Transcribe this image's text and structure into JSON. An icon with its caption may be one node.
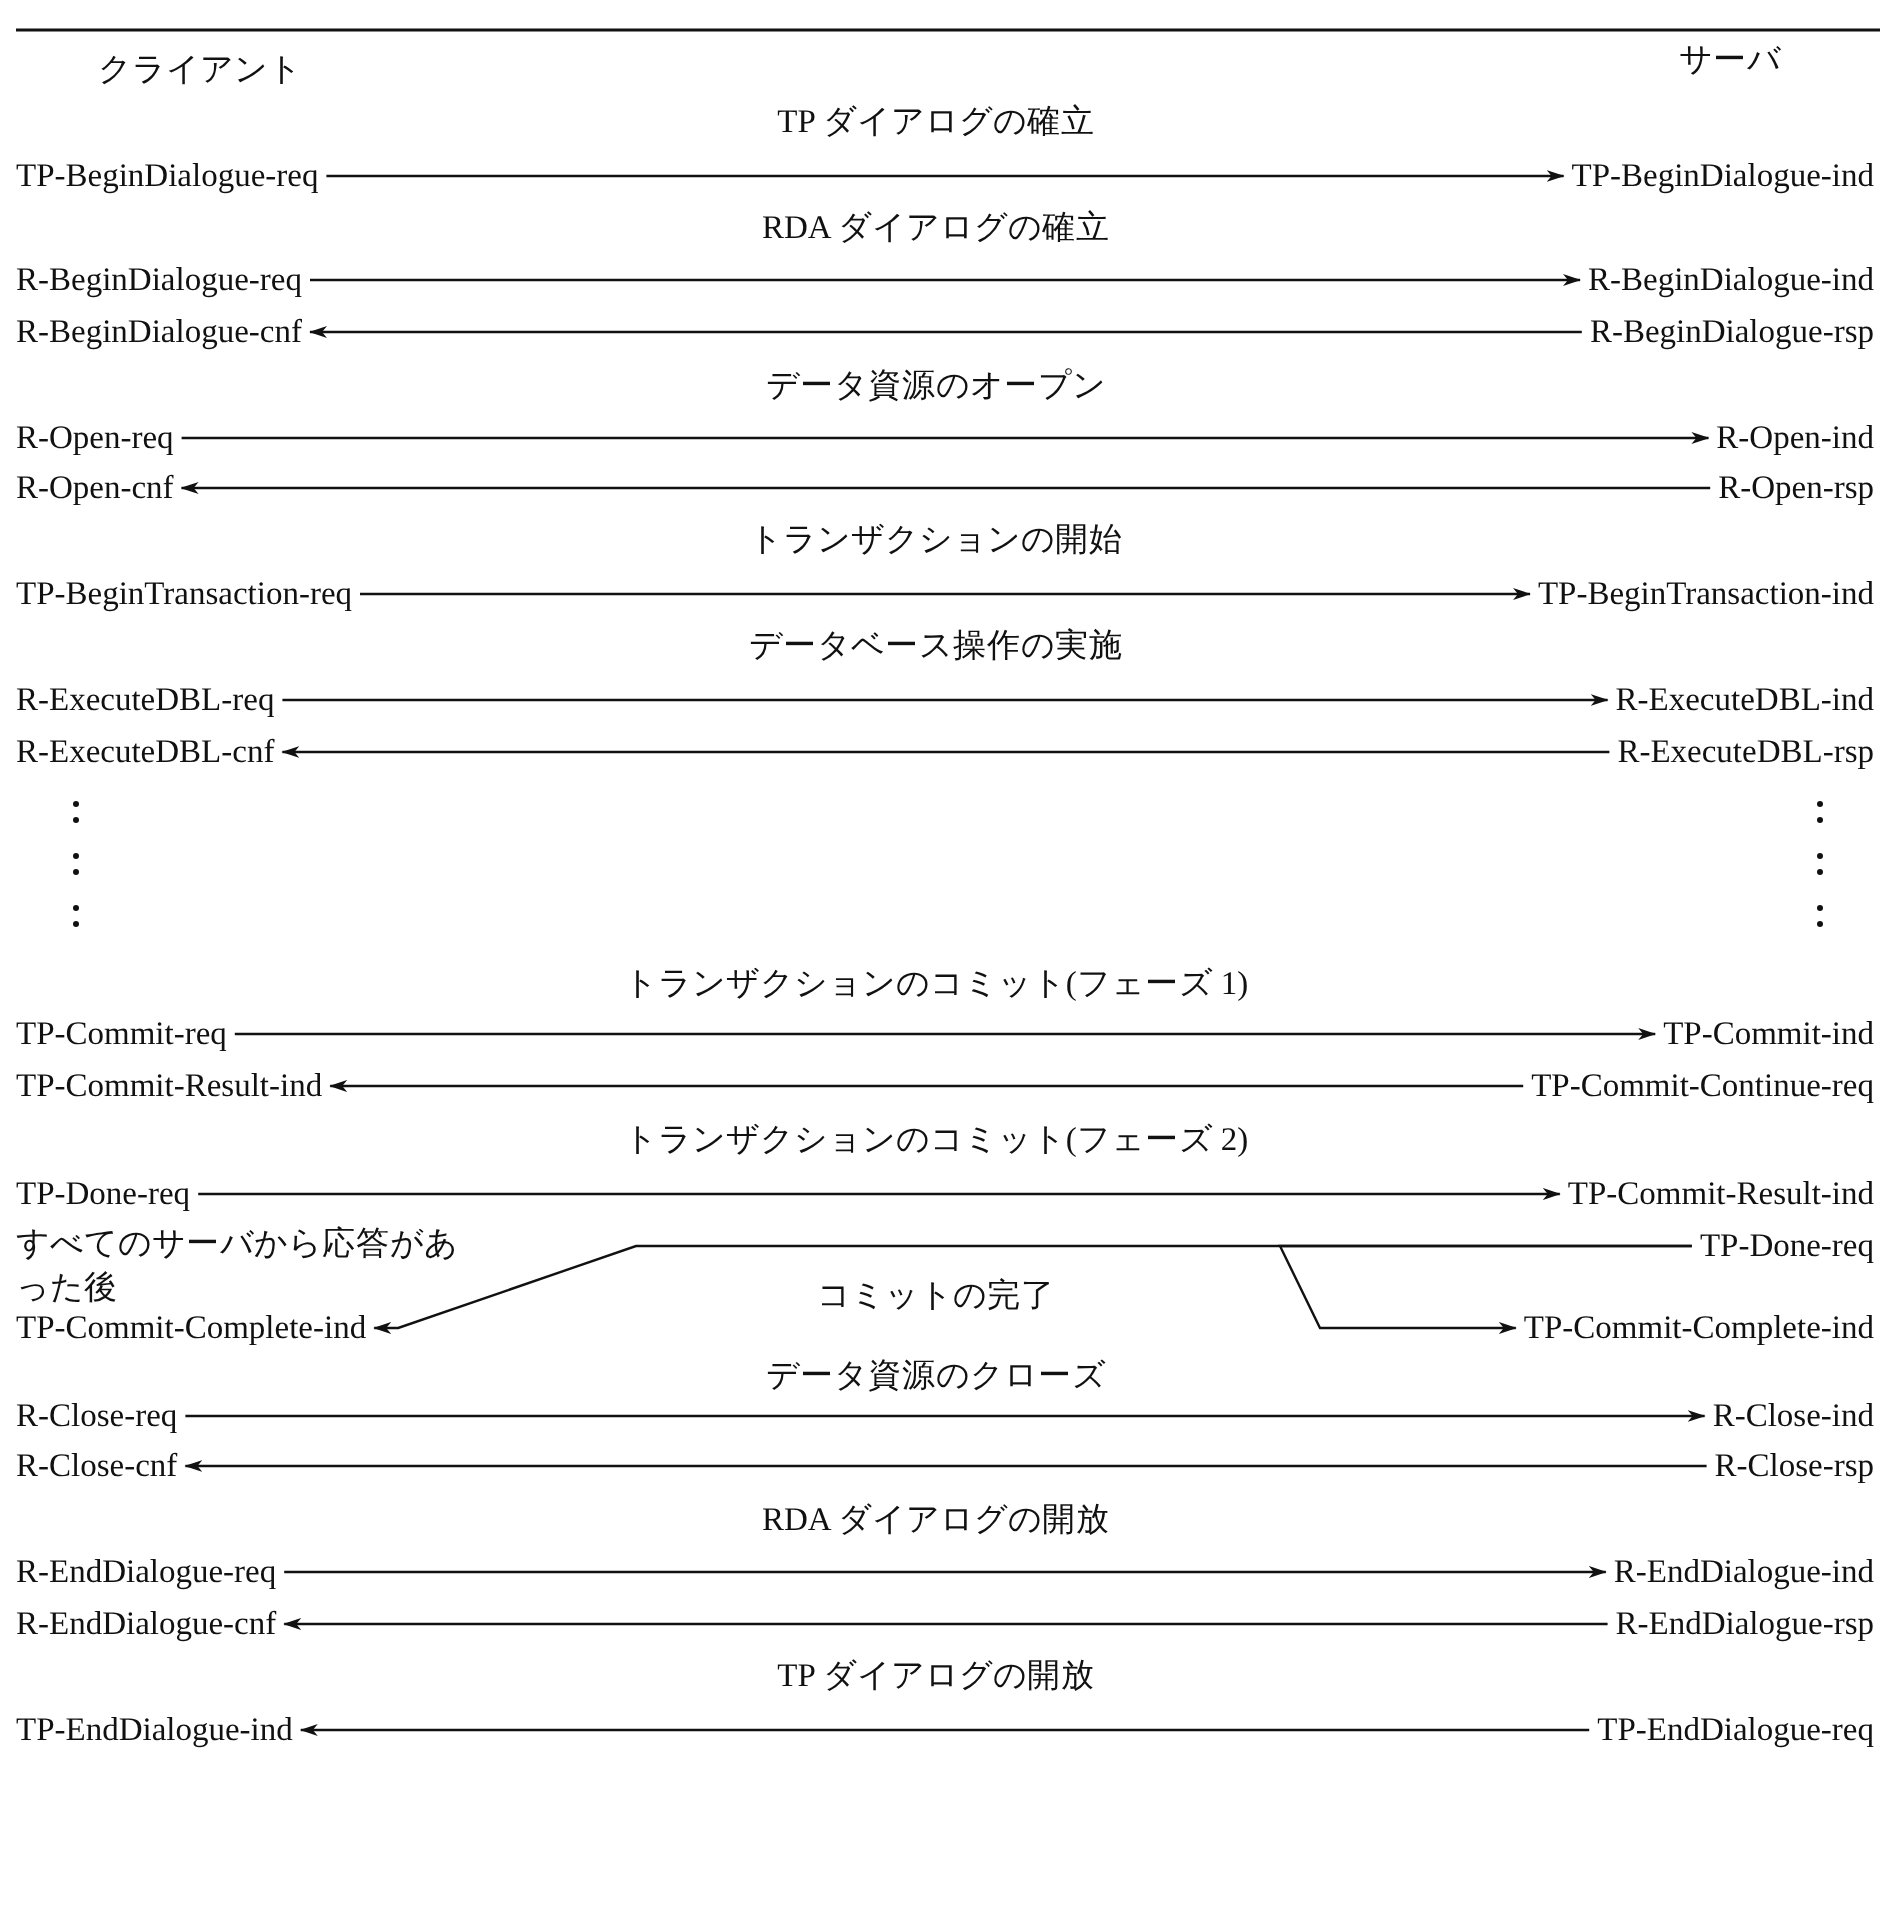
{
  "diagram": {
    "nodes": [
      {
        "text": [
          "TP-BeginDialogue-req"
        ]
      },
      {
        "text": [
          "TP-BeginDialogue-ind"
        ]
      },
      {
        "text": [
          "R-BeginDialogue-req"
        ]
      },
      {
        "text": [
          "R-BeginDialogue-ind"
        ]
      },
      {
        "text": [
          "R-BeginDialogue-cnf"
        ]
      },
      {
        "text": [
          "R-BeginDialogue-rsp"
        ]
      },
      {
        "text": [
          "R-Open-req"
        ]
      },
      {
        "text": [
          "R-Open-ind"
        ]
      },
      {
        "text": [
          "R-Open-cnf"
        ]
      },
      {
        "text": [
          "R-Open-rsp"
        ]
      },
      {
        "text": [
          "TP-BeginTransaction-req"
        ]
      },
      {
        "text": [
          "TP-BeginTransaction-ind"
        ]
      },
      {
        "text": [
          "R-ExecuteDBL-req"
        ]
      },
      {
        "text": [
          "R-ExecuteDBL-ind"
        ]
      },
      {
        "text": [
          "R-ExecuteDBL-cnf"
        ]
      },
      {
        "text": [
          "R-ExecuteDBL-rsp"
        ]
      },
      {
        "text": [
          "TP-Commit-req"
        ]
      },
      {
        "text": [
          "TP-Commit-ind"
        ]
      },
      {
        "text": [
          "TP-Commit-Result-ind"
        ]
      },
      {
        "text": [
          "TP-Commit-Continue-req"
        ]
      },
      {
        "text": [
          "TP-Done-req"
        ]
      },
      {
        "text": [
          "TP-Commit-Result-ind"
        ]
      },
      {
        "text": [
          "TP-Done-req"
        ]
      },
      {
        "text": [
          "TP-Commit-Complete-ind"
        ]
      },
      {
        "text": [
          "TP-Commit-Complete-ind"
        ]
      },
      {
        "text": [
          "R-Close-req"
        ]
      },
      {
        "text": [
          "R-Close-ind"
        ]
      },
      {
        "text": [
          "R-Close-cnf"
        ]
      },
      {
        "text": [
          "R-Close-rsp"
        ]
      },
      {
        "text": [
          "R-EndDialogue-req"
        ]
      },
      {
        "text": [
          "R-EndDialogue-ind"
        ]
      },
      {
        "text": [
          "R-EndDialogue-cnf"
        ]
      },
      {
        "text": [
          "R-EndDialogue-rsp"
        ]
      },
      {
        "text": [
          "TP-EndDialogue-ind"
        ]
      },
      {
        "text": [
          "TP-EndDialogue-req"
        ]
      }
    ],
    "edges": [
      {
        "from": 0,
        "to": 1,
        "arrow": "to"
      },
      {
        "from": 2,
        "to": 3,
        "arrow": "to"
      },
      {
        "from": 5,
        "to": 4,
        "arrow": "to"
      },
      {
        "from": 6,
        "to": 7,
        "arrow": "to"
      },
      {
        "from": 9,
        "to": 8,
        "arrow": "to"
      },
      {
        "from": 10,
        "to": 11,
        "arrow": "to"
      },
      {
        "from": 12,
        "to": 13,
        "arrow": "to"
      },
      {
        "from": 15,
        "to": 14,
        "arrow": "to"
      },
      {
        "from": 16,
        "to": 17,
        "arrow": "to"
      },
      {
        "from": 19,
        "to": 18,
        "arrow": "to"
      },
      {
        "from": 20,
        "to": 21,
        "arrow": "to"
      },
      {
        "from": 22,
        "to": 23,
        "arrow": "to"
      },
      {
        "from": 22,
        "to": 24,
        "arrow": "to"
      },
      {
        "from": 25,
        "to": 26,
        "arrow": "to"
      },
      {
        "from": 28,
        "to": 27,
        "arrow": "to"
      },
      {
        "from": 29,
        "to": 30,
        "arrow": "to"
      },
      {
        "from": 32,
        "to": 31,
        "arrow": "to"
      },
      {
        "from": 34,
        "to": 33,
        "arrow": "to"
      }
    ],
    "labels": [
      "クライアント",
      "サーバ",
      "TP ダイアログの確立",
      "RDA ダイアログの確立",
      "データ資源のオープン",
      "トランザクションの開始",
      "データベース操作の実施",
      "トランザクションのコミット(フェーズ 1)",
      "トランザクションのコミット(フェーズ 2)",
      "すべてのサーバから応答があった後",
      "コミットの完了",
      "データ資源のクローズ",
      "RDA ダイアログの開放",
      "TP ダイアログの開放"
    ]
  }
}
